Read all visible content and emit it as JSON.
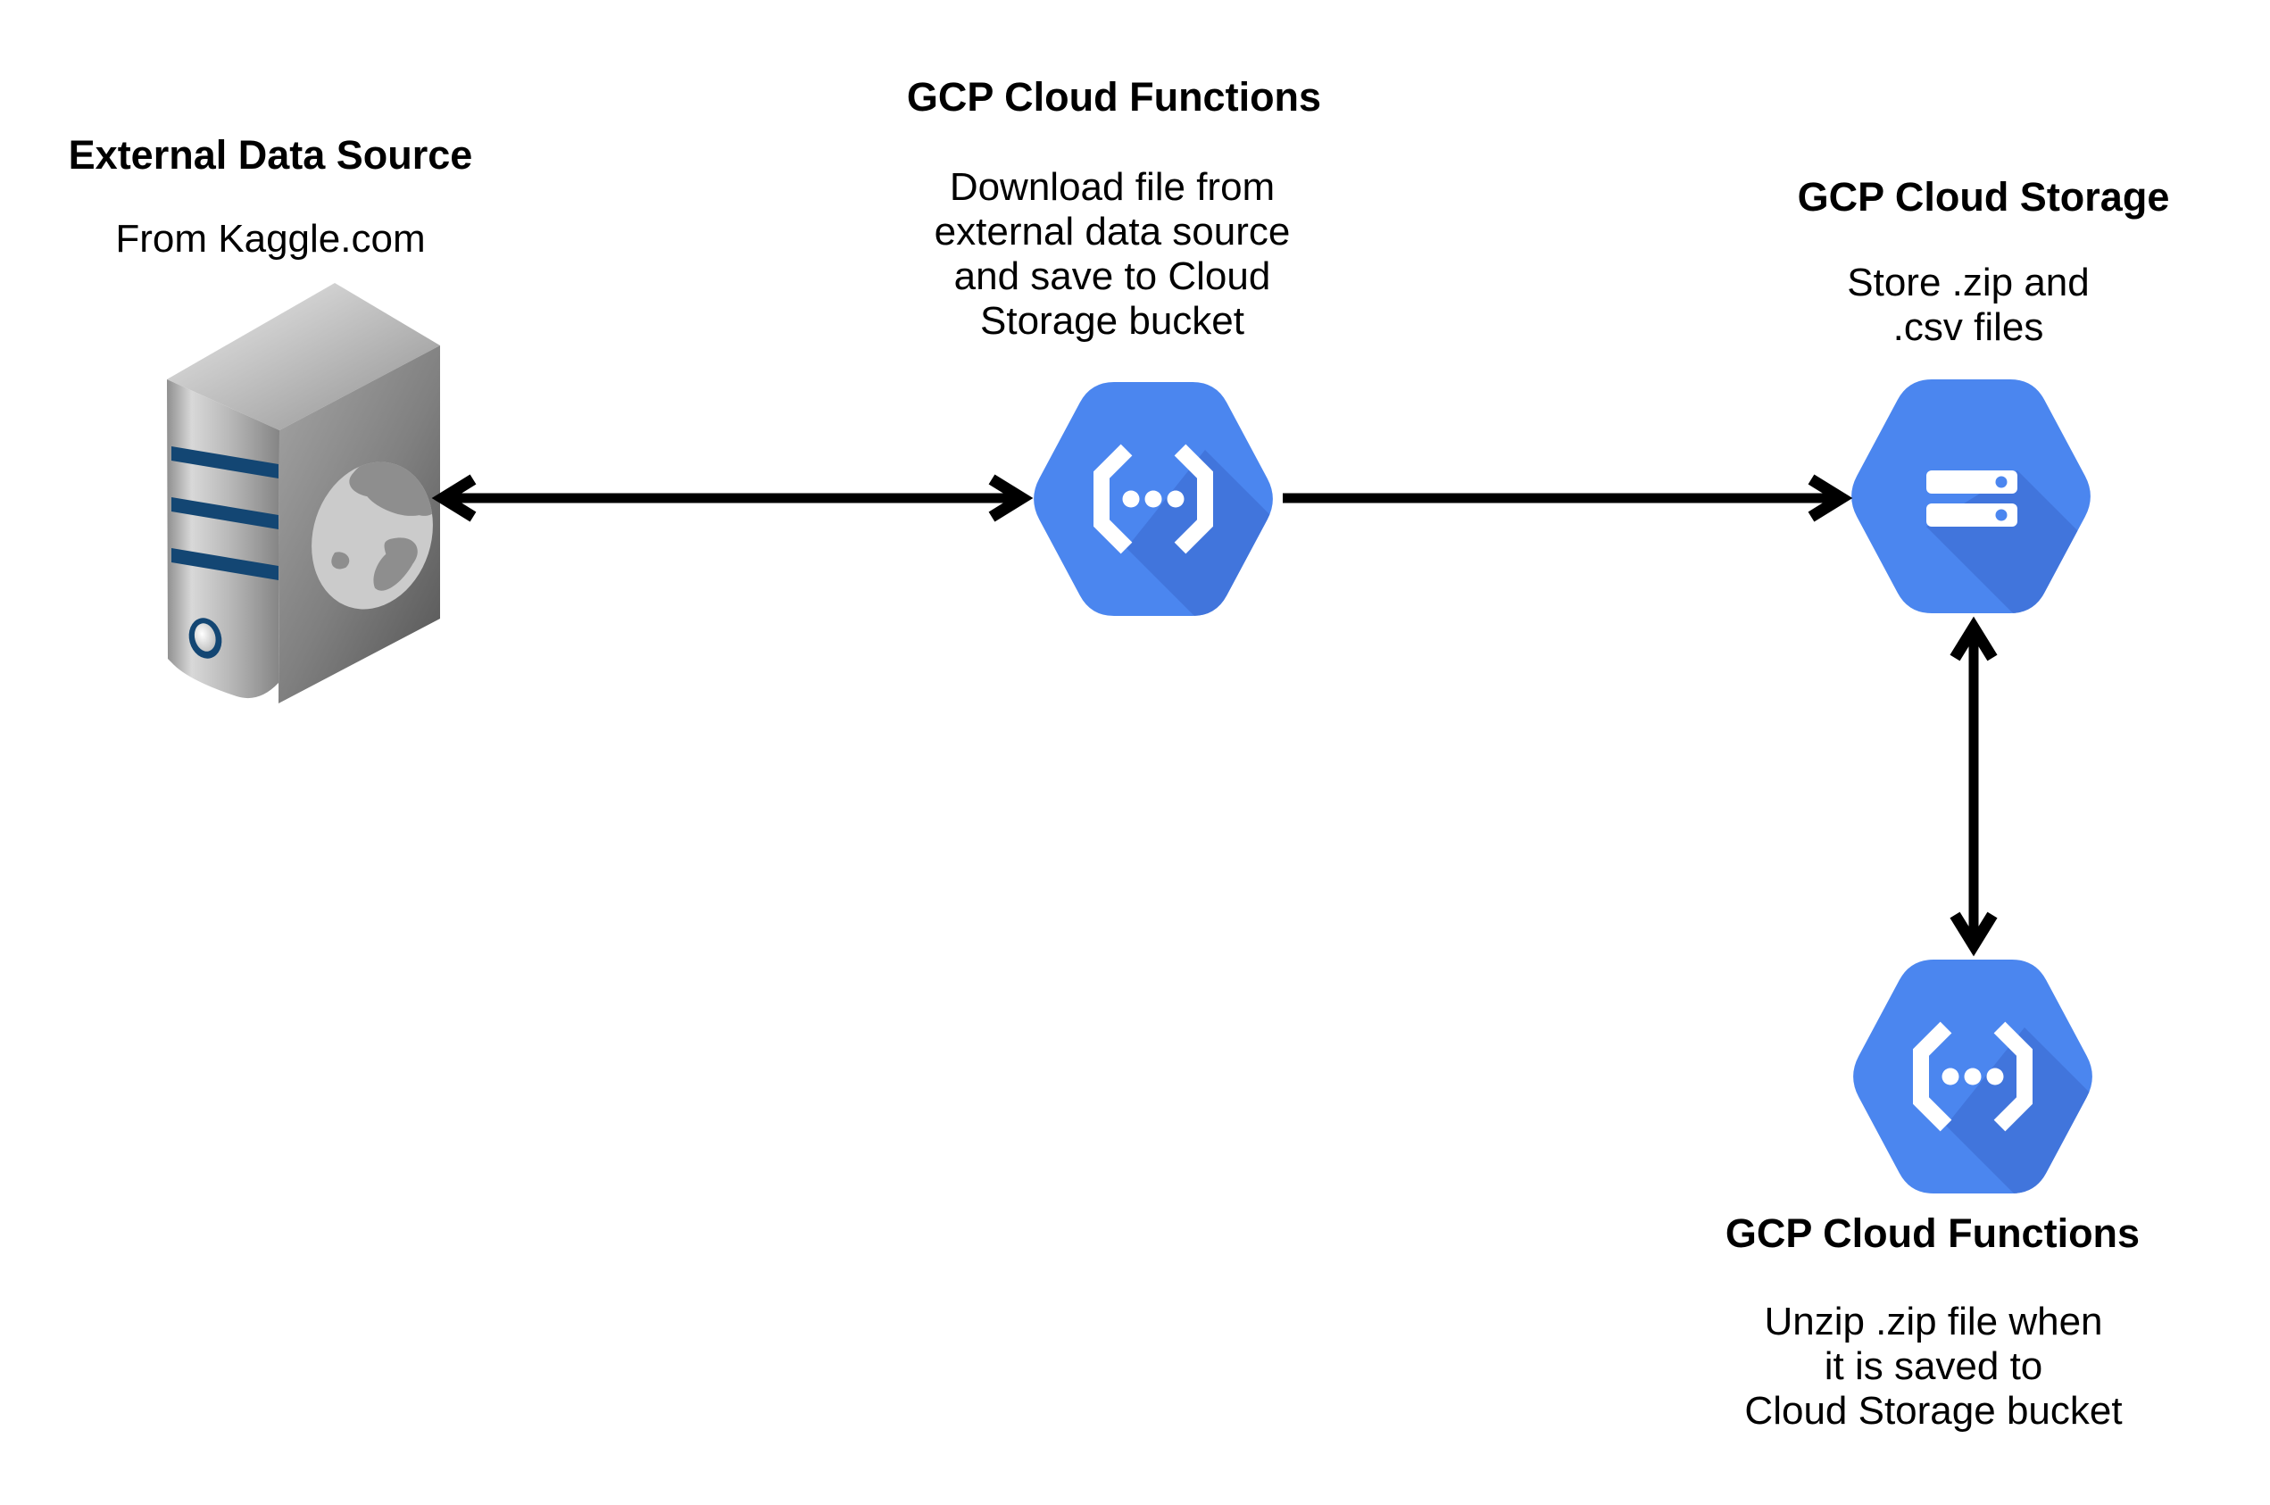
{
  "diagram": {
    "external_source": {
      "title": "External Data Source",
      "subtitle": "From Kaggle.com",
      "icon": "server-globe-icon"
    },
    "functions_download": {
      "title": "GCP Cloud Functions",
      "description_lines": [
        "Download file from",
        "external data source",
        "and save to Cloud",
        "Storage bucket"
      ],
      "icon": "gcp-cloud-functions-hexagon-icon"
    },
    "storage": {
      "title": "GCP Cloud Storage",
      "description_lines": [
        "Store .zip and",
        ".csv files"
      ],
      "icon": "gcp-cloud-storage-hexagon-icon"
    },
    "functions_unzip": {
      "title": "GCP Cloud Functions",
      "description_lines": [
        "Unzip .zip file when",
        "it is saved to",
        "Cloud Storage bucket"
      ],
      "icon": "gcp-cloud-functions-hexagon-icon"
    },
    "connections": [
      "external-source <-> functions-download (bidirectional horizontal arrow)",
      "functions-download -> storage (single horizontal arrow)",
      "storage <-> functions-unzip (bidirectional vertical arrow)"
    ]
  },
  "colors": {
    "background": "#FFFFFF",
    "text": "#000000",
    "arrow": "#000000",
    "hexagon_blue": "#4B86EF",
    "hexagon_shadow": "#4175DC",
    "glyph_white": "#FFFFFF",
    "server_stripe_navy": "#134673",
    "globe_gray": "#CBCBCB",
    "globe_land_gray": "#8E8E8E"
  }
}
